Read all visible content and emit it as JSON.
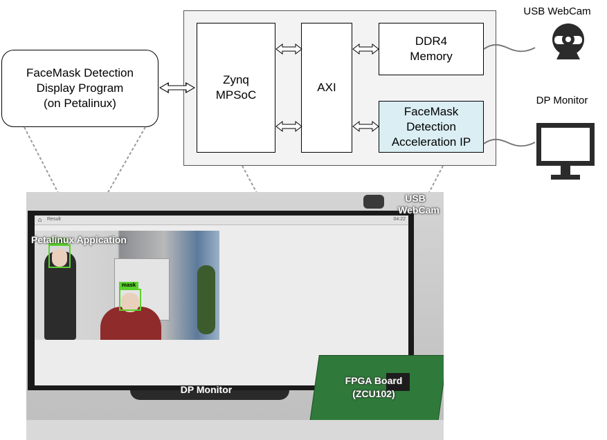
{
  "display_program": {
    "lines": [
      "FaceMask Detection",
      "Display Program",
      "(on Petalinux)"
    ]
  },
  "zynq": {
    "lines": [
      "Zynq",
      "MPSoC"
    ]
  },
  "axi": {
    "label": "AXI"
  },
  "ddr4": {
    "lines": [
      "DDR4",
      "Memory"
    ]
  },
  "ip": {
    "lines": [
      "FaceMask",
      "Detection",
      "Acceleration IP"
    ]
  },
  "devices": {
    "webcam": "USB WebCam",
    "monitor": "DP Monitor"
  },
  "photo": {
    "petalinux_app": "Petalinux Appication",
    "usb_webcam": [
      "USB",
      "WebCam"
    ],
    "dp_monitor": "DP Monitor",
    "fpga_board": [
      "FPGA Board",
      "(ZCU102)"
    ],
    "screen_title": "Result",
    "screen_clock": "04:22",
    "mask_tag": "mask"
  },
  "colors": {
    "ip_fill": "#daeef3",
    "detect_green": "#5ad12c",
    "arrow_fill": "#ffffff"
  }
}
